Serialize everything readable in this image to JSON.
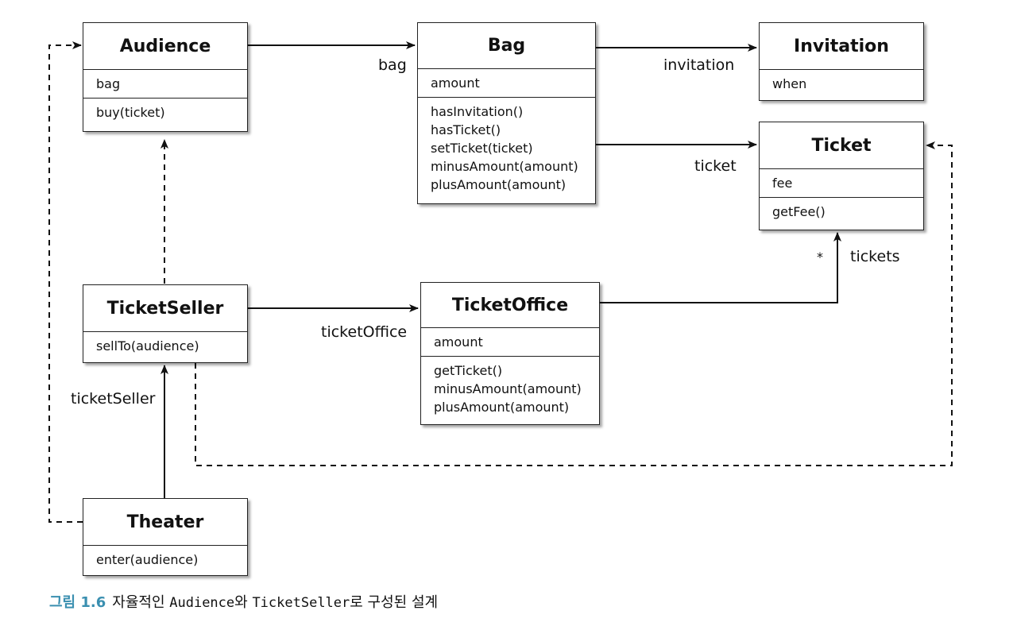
{
  "classes": {
    "audience": {
      "name": "Audience",
      "attrs": [
        "bag"
      ],
      "methods": [
        "buy(ticket)"
      ]
    },
    "bag": {
      "name": "Bag",
      "attrs": [
        "amount"
      ],
      "methods": [
        "hasInvitation()",
        "hasTicket()",
        "setTicket(ticket)",
        "minusAmount(amount)",
        "plusAmount(amount)"
      ]
    },
    "invitation": {
      "name": "Invitation",
      "attrs": [
        "when"
      ]
    },
    "ticket": {
      "name": "Ticket",
      "attrs": [
        "fee"
      ],
      "methods": [
        "getFee()"
      ]
    },
    "ticketSeller": {
      "name": "TicketSeller",
      "methods": [
        "sellTo(audience)"
      ]
    },
    "ticketOffice": {
      "name": "TicketOffice",
      "attrs": [
        "amount"
      ],
      "methods": [
        "getTicket()",
        "minusAmount(amount)",
        "plusAmount(amount)"
      ]
    },
    "theater": {
      "name": "Theater",
      "methods": [
        "enter(audience)"
      ]
    }
  },
  "labels": {
    "bag": "bag",
    "invitation": "invitation",
    "ticket": "ticket",
    "tickets": "tickets",
    "multiplicity": "*",
    "ticketOffice": "ticketOffice",
    "ticketSeller": "ticketSeller"
  },
  "caption": {
    "number": "그림 1.6",
    "part1": "자율적인 ",
    "code1": "Audience",
    "part2": "와 ",
    "code2": "TicketSeller",
    "part3": "로 구성된 설계"
  },
  "colors": {
    "line": "#111111",
    "caption_accent": "#3a8fb0"
  }
}
